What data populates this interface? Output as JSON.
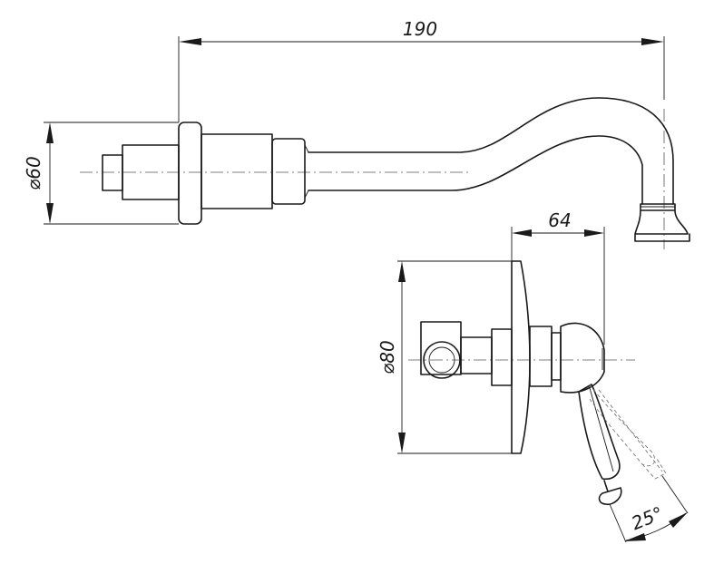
{
  "dimensions": {
    "spout_length": "190",
    "spout_diameter": "⌀60",
    "mixer_depth": "64",
    "plate_diameter": "⌀80",
    "handle_angle": "25°"
  }
}
